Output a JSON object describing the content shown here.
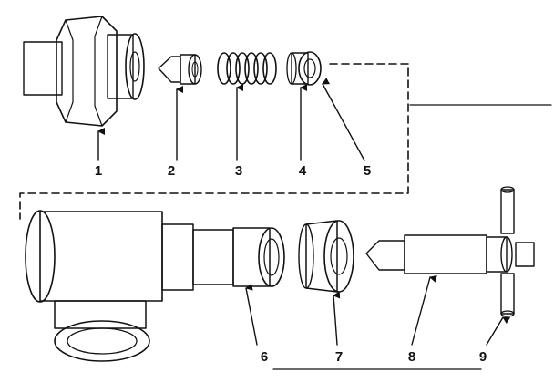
{
  "parts": [
    {
      "number": "1"
    },
    {
      "number": "2"
    },
    {
      "number": "3"
    },
    {
      "number": "4"
    },
    {
      "number": "5"
    },
    {
      "number": "6"
    },
    {
      "number": "7"
    },
    {
      "number": "8"
    },
    {
      "number": "9"
    }
  ],
  "colors": {
    "ink": "#111111",
    "paper": "#ffffff"
  }
}
